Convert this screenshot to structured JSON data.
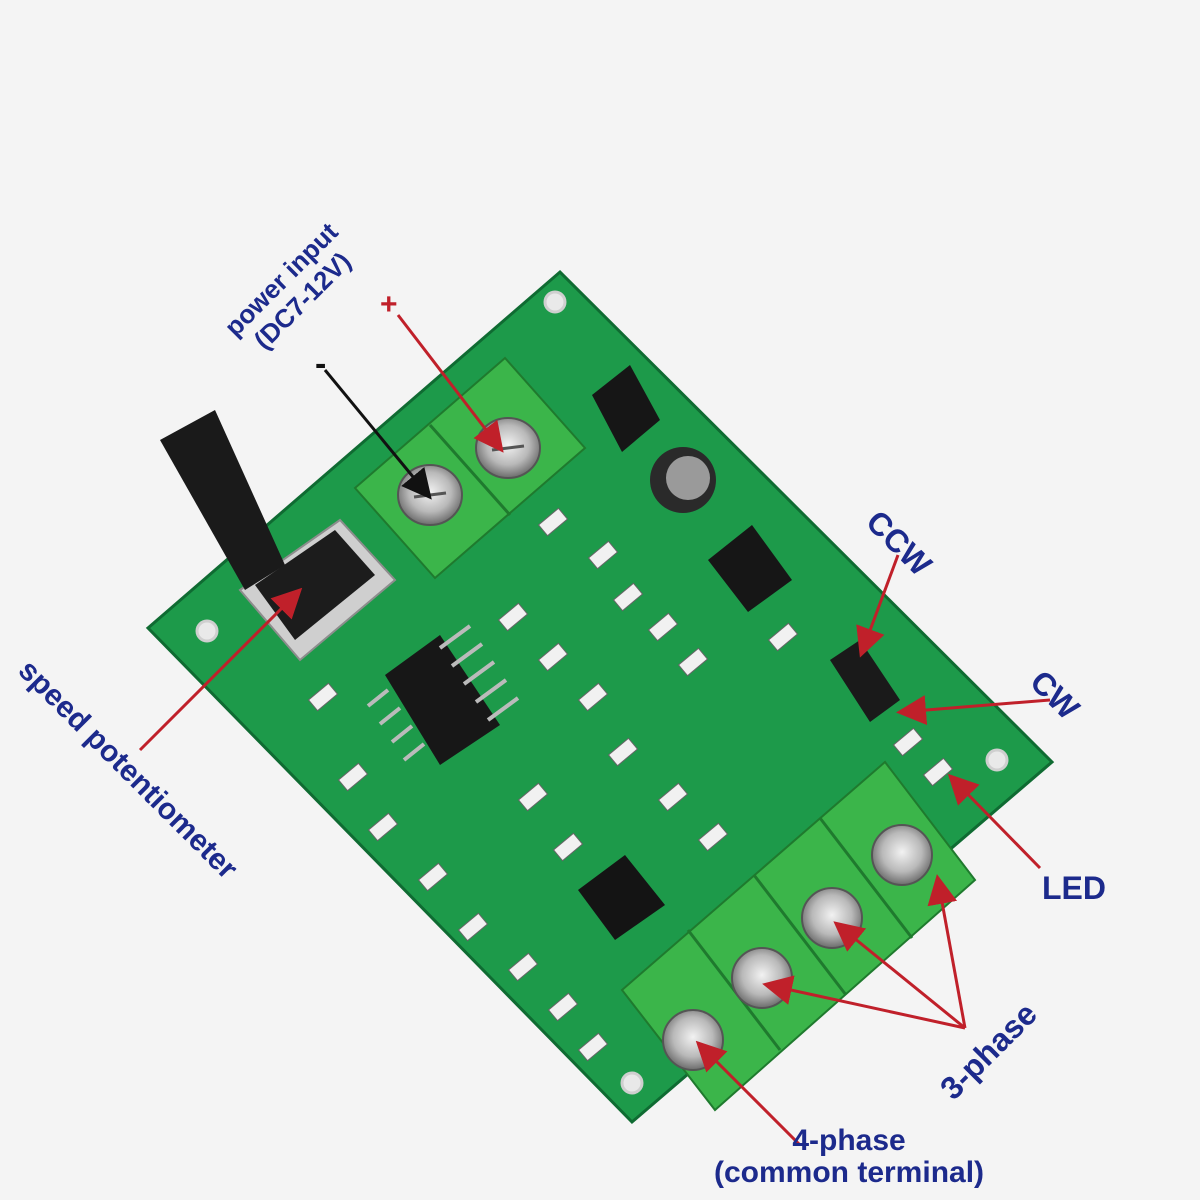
{
  "labels": {
    "power_input": {
      "line1": "power input",
      "line2": "(DC7-12V)"
    },
    "plus_sign": "+",
    "minus_sign": "-",
    "ccw": "CCW",
    "cw": "CW",
    "led": "LED",
    "speed_potentiometer": "speed potentiometer",
    "three_phase": "3-phase",
    "four_phase": {
      "line1": "4-phase",
      "line2": "(common terminal)"
    }
  },
  "colors": {
    "background": "#f4f4f4",
    "pcb": "#1d9a4a",
    "terminal_block": "#3bb54a",
    "label_text": "#1c2a8c",
    "arrow_red": "#c0202a",
    "arrow_black": "#111111"
  }
}
